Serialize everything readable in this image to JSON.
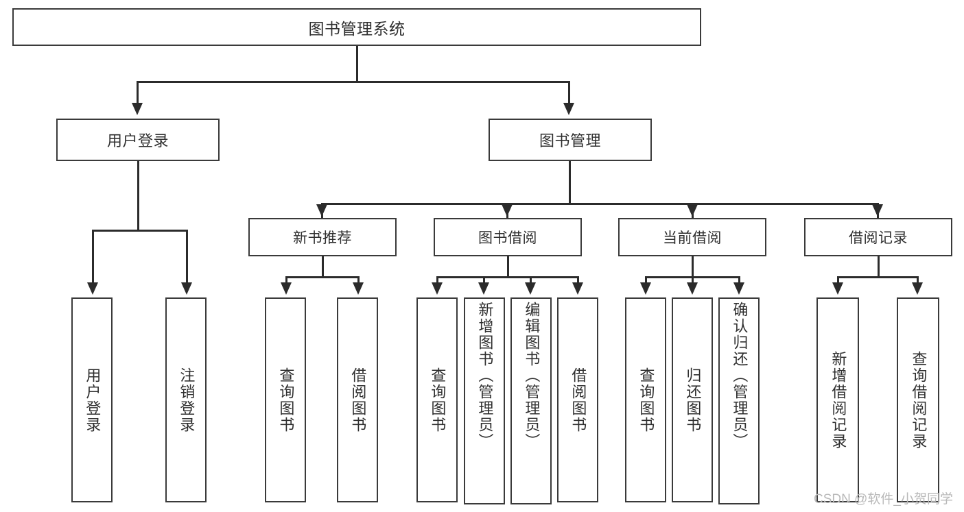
{
  "diagram": {
    "title": "图书管理系统",
    "type": "tree-hierarchy",
    "root": {
      "label": "图书管理系统"
    },
    "level1": [
      {
        "label": "用户登录"
      },
      {
        "label": "图书管理"
      }
    ],
    "level2": [
      {
        "label": "新书推荐"
      },
      {
        "label": "图书借阅"
      },
      {
        "label": "当前借阅"
      },
      {
        "label": "借阅记录"
      }
    ],
    "leaves": {
      "user_login": [
        {
          "label": "用户登录"
        },
        {
          "label": "注销登录"
        }
      ],
      "new_book_recommend": [
        {
          "label": "查询图书"
        },
        {
          "label": "借阅图书"
        }
      ],
      "book_borrow": [
        {
          "label": "查询图书"
        },
        {
          "label": "新增图书（管理员）"
        },
        {
          "label": "编辑图书（管理员）"
        },
        {
          "label": "借阅图书"
        }
      ],
      "current_borrow": [
        {
          "label": "查询图书"
        },
        {
          "label": "归还图书"
        },
        {
          "label": "确认归还（管理员）"
        }
      ],
      "borrow_record": [
        {
          "label": "新增借阅记录"
        },
        {
          "label": "查询借阅记录"
        }
      ]
    }
  },
  "watermark": {
    "text": "CSDN @软件_小贺同学"
  },
  "colors": {
    "background": "#ffffff",
    "box_border": "#3a3a3a",
    "connector": "#2b2b2b",
    "text": "#2f2f2f",
    "watermark": "#b9b9b9"
  }
}
